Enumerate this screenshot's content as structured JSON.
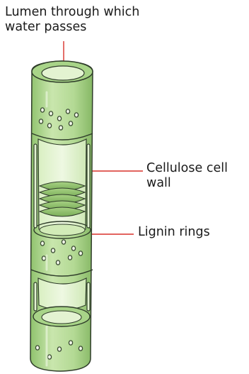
{
  "labels": {
    "lumen_line1": "Lumen through which",
    "lumen_line2": "water passes",
    "cellulose_line1": "Cellulose cell",
    "cellulose_line2": "wall",
    "lignin": "Lignin rings"
  },
  "colors": {
    "vessel_fill": "#b8dc9c",
    "vessel_dark": "#7fb35f",
    "vessel_light": "#dff0c8",
    "outline": "#2f3d2a",
    "pointer_line": "#d8312a",
    "pits": "#3a4a32"
  }
}
